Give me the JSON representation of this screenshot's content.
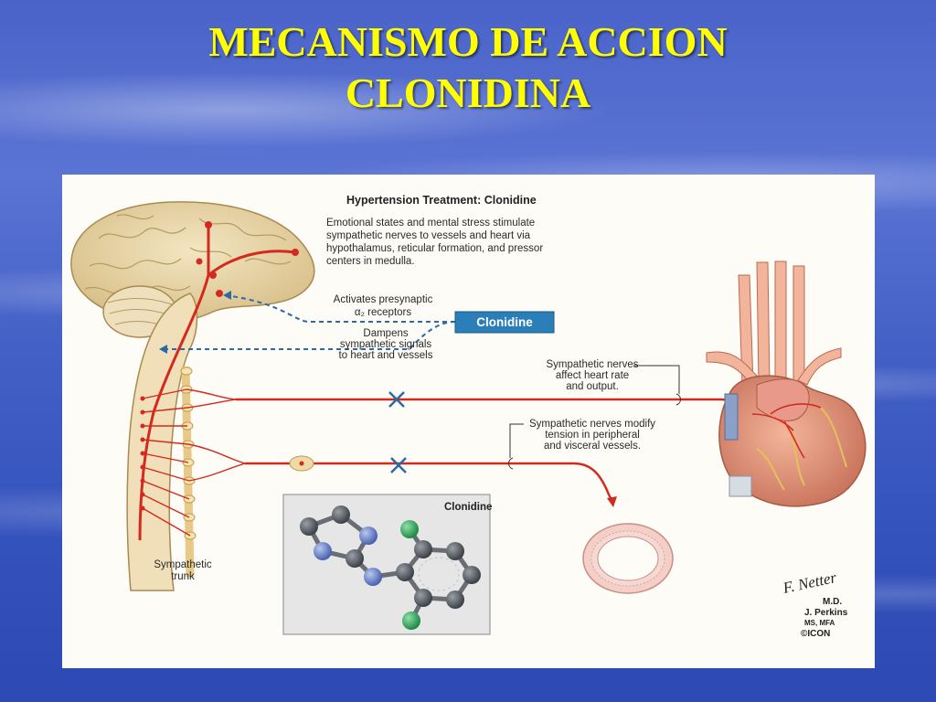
{
  "slide": {
    "title_line1": "MECANISMO DE ACCION",
    "title_line2": "CLONIDINA"
  },
  "diagram": {
    "title": "Hypertension Treatment: Clonidine",
    "description": [
      "Emotional states and mental stress stimulate",
      "sympathetic nerves to vessels and heart via",
      "hypothalamus, reticular formation, and pressor",
      "centers in medulla."
    ],
    "activates": [
      "Activates presynaptic",
      "α₂ receptors"
    ],
    "dampens": [
      "Dampens",
      "sympathetic signals",
      "to heart and vessels"
    ],
    "drug_box_label": "Clonidine",
    "heart_label": [
      "Sympathetic nerves",
      "affect heart rate",
      "and output."
    ],
    "vessel_label": [
      "Sympathetic nerves modify",
      "tension in peripheral",
      "and visceral vessels."
    ],
    "trunk_label": [
      "Sympathetic",
      "trunk"
    ],
    "molecule_title": "Clonidine",
    "signature": {
      "netter": "F. Netter",
      "md": "M.D.",
      "author": "J. Perkins",
      "credentials": "MS, MFA",
      "publisher": "©ICON"
    }
  },
  "colors": {
    "title": "#ffff00",
    "nerve": "#d42a1e",
    "inhibition": "#2a6aa6",
    "drug_box": "#2a7fb8"
  }
}
